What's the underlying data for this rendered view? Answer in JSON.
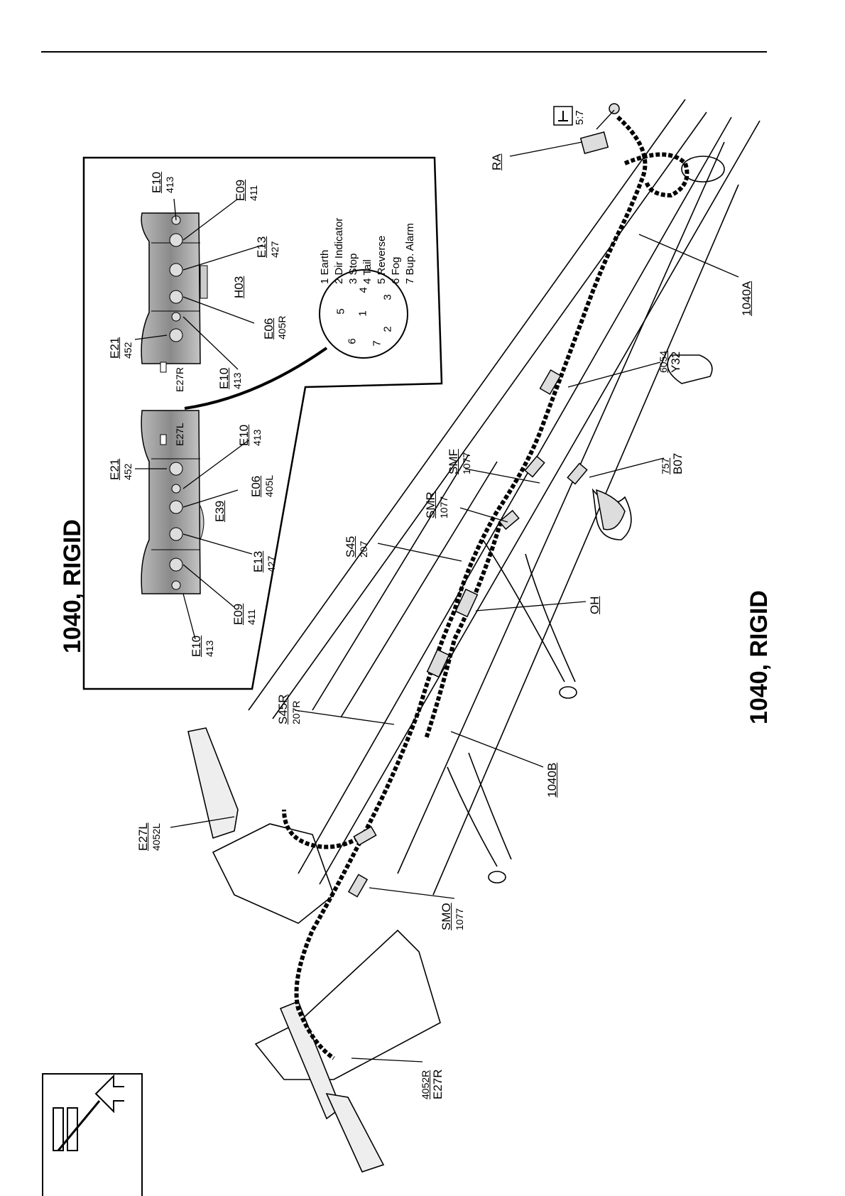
{
  "title_left": "1040, RIGID",
  "title_right": "1040, RIGID",
  "legend": [
    "1 Earth",
    "2 Dir Indicator",
    "3 Stop",
    "4 Tail",
    "5 Reverse",
    "6 Fog",
    "7 Bup. Alarm"
  ],
  "socket_pins": [
    "1",
    "2",
    "3",
    "4",
    "5",
    "6",
    "7"
  ],
  "ground_ref": "5:7",
  "lamp_left": {
    "e10_top": {
      "code": "E10",
      "num": "413"
    },
    "e09": {
      "code": "E09",
      "num": "411"
    },
    "e13": {
      "code": "E13",
      "num": "427"
    },
    "e39": {
      "code": "E39"
    },
    "e06": {
      "code": "E06",
      "num": "405L"
    },
    "e10_mid": {
      "code": "E10",
      "num": "413"
    },
    "e21": {
      "code": "E21",
      "num": "452"
    },
    "e27": "E27L"
  },
  "lamp_right": {
    "e10_top": {
      "code": "E10",
      "num": "413"
    },
    "e09": {
      "code": "E09",
      "num": "411"
    },
    "e13": {
      "code": "E13",
      "num": "427"
    },
    "h03": {
      "code": "H03"
    },
    "e06": {
      "code": "E06",
      "num": "405R"
    },
    "e10_mid": {
      "code": "E10",
      "num": "413"
    },
    "e21": {
      "code": "E21",
      "num": "452"
    },
    "e27": "E27R"
  },
  "callouts": {
    "ra": "RA",
    "c1040a": "1040A",
    "y32": {
      "code": "Y32",
      "num": "6054"
    },
    "b07": {
      "code": "B07",
      "num": "757"
    },
    "smf": {
      "code": "SMF",
      "num": "1077"
    },
    "smr": {
      "code": "SMR",
      "num": "1077"
    },
    "s45": {
      "code": "S45",
      "num": "207"
    },
    "oh": "OH",
    "s45r": {
      "code": "S45R",
      "num": "207R"
    },
    "c1040b": "1040B",
    "e27l": {
      "code": "E27L",
      "num": "4052L"
    },
    "smo": {
      "code": "SMO",
      "num": "1077"
    },
    "e27r": {
      "code": "E27R",
      "num": "4052R"
    }
  },
  "colors": {
    "ink": "#000000",
    "lamp_shade": "#9a9a9a",
    "background": "#ffffff"
  }
}
